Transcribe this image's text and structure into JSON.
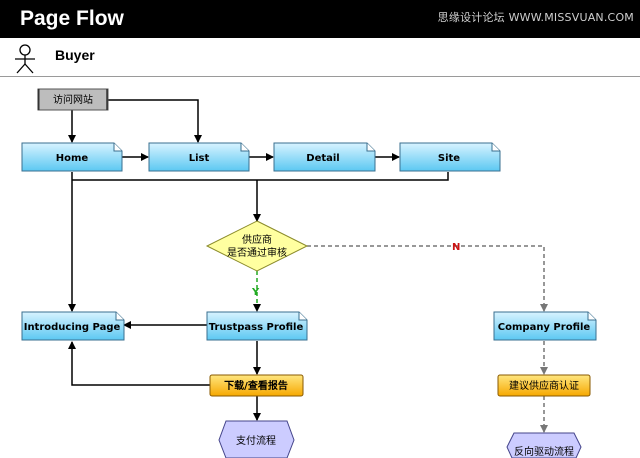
{
  "header": {
    "title": "Page Flow",
    "watermark": "思缘设计论坛 WWW.MISSVUAN.COM"
  },
  "actor": {
    "label": "Buyer",
    "icon": "stick-figure-icon"
  },
  "colors": {
    "page_fill_top": "#d8f3ff",
    "page_fill_bottom": "#5cc8f2",
    "decision_fill": "#ffffa0",
    "action_fill_top": "#ffe680",
    "action_fill_bottom": "#f6a800",
    "hexagon_fill": "#ccccff",
    "start_fill": "#bdbdbd",
    "label_yes": "#22aa22",
    "label_no": "#cc1111"
  },
  "nodes": {
    "start": "访问网站",
    "home": "Home",
    "list": "List",
    "detail": "Detail",
    "site": "Site",
    "decision_line1": "供应商",
    "decision_line2": "是否通过审核",
    "introducing": "Introducing Page",
    "trustpass": "Trustpass Profile",
    "company": "Company Profile",
    "download": "下载/查看报告",
    "suggest": "建议供应商认证",
    "pay": "支付流程",
    "reverse": "反向驱动流程"
  },
  "edges": {
    "yes": "Y",
    "no": "N"
  }
}
